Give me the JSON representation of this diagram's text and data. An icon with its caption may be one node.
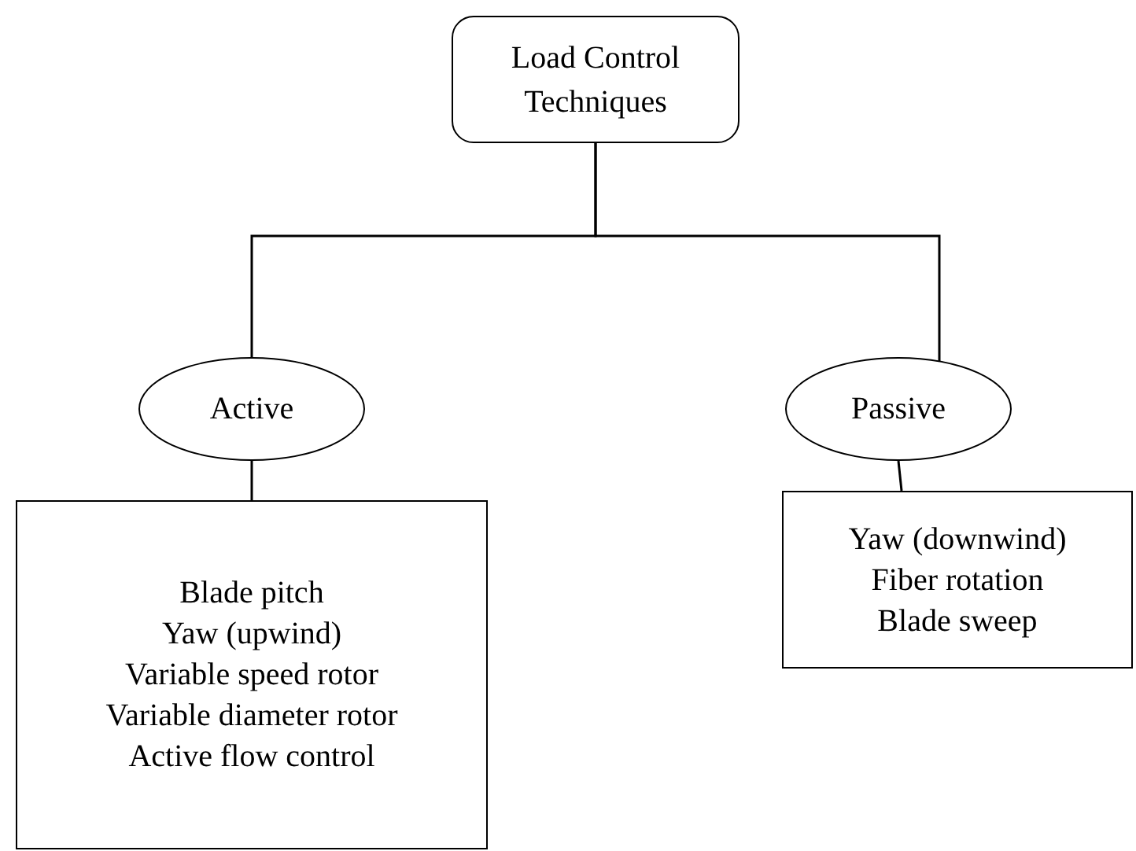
{
  "diagram": {
    "nodes": [
      {
        "text": [
          "Load Control Techniques"
        ]
      },
      {
        "text": [
          "Active"
        ]
      },
      {
        "text": [
          "Passive"
        ]
      },
      {
        "text": [
          "Blade pitch",
          "Yaw (upwind)",
          "Variable speed rotor",
          "Variable diameter rotor",
          "Active flow control"
        ]
      },
      {
        "text": [
          "Yaw (downwind)",
          "Fiber rotation",
          "Blade sweep"
        ]
      }
    ],
    "edges": [
      {
        "from": 0,
        "to": 1,
        "arrow": "none"
      },
      {
        "from": 0,
        "to": 2,
        "arrow": "none"
      },
      {
        "from": 1,
        "to": 3,
        "arrow": "none"
      },
      {
        "from": 2,
        "to": 4,
        "arrow": "none"
      }
    ]
  }
}
